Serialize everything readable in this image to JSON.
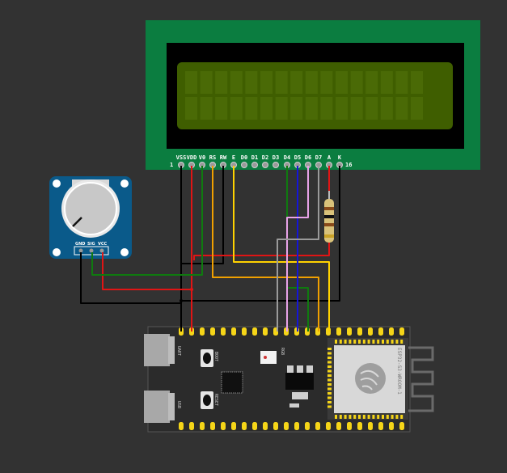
{
  "lcd": {
    "pin_labels": [
      "VSS",
      "VDD",
      "V0",
      "RS",
      "RW",
      "E",
      "D0",
      "D1",
      "D2",
      "D3",
      "D4",
      "D5",
      "D6",
      "D7",
      "A",
      "K"
    ],
    "first_pin": "1",
    "last_pin": "16",
    "colors": {
      "board": "#0b7d40",
      "bezel": "#000000",
      "screen": "#3f5e00",
      "cell": "#4a6a06"
    }
  },
  "pot": {
    "pin_labels": [
      "GND",
      "SIG",
      "VCC"
    ],
    "colors": {
      "board": "#0a5a8a"
    }
  },
  "esp32": {
    "module_label": "ESP32-S3-WROOM-1",
    "button_labels": [
      "BOOT",
      "RESET"
    ],
    "usb_labels": [
      "UART",
      "USB"
    ],
    "led_label": "RGB",
    "colors": {
      "board": "#2b2b2b",
      "header": "#f5d518",
      "module": "#d8d8d8"
    }
  },
  "wire_colors": {
    "red": "#e01515",
    "black": "#000000",
    "green": "#0f7a0f",
    "orange": "#f0a000",
    "yellow": "#ffd200",
    "gray": "#9a9a9a",
    "pink": "#e8a2e8",
    "blue": "#1515d8"
  }
}
